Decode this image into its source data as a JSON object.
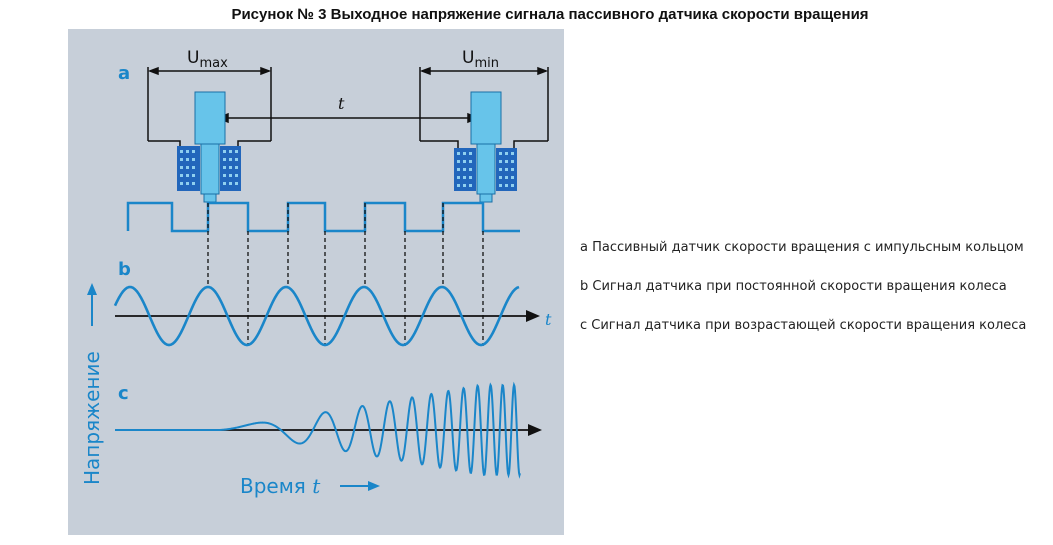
{
  "title": "Рисунок № 3 Выходное напряжение сигнала пассивного датчика скорости вращения",
  "figure": {
    "panel_a": "a",
    "panel_b": "b",
    "panel_c": "c",
    "umax_base": "U",
    "umax_sub": "max",
    "umin_base": "U",
    "umin_sub": "min",
    "t_label": "t",
    "axis_t": "t",
    "ylabel": "Напряжение",
    "xlabel_word": "Время",
    "xlabel_var": "t"
  },
  "captions": {
    "a": "a Пассивный датчик скорости вращения с импульсным кольцом",
    "b": "b Сигнал датчика при постоянной скорости вращения колеса",
    "c": "c Сигнал датчика при возрастающей скорости вращения колеса"
  },
  "colors": {
    "background": "#c7cfd9",
    "signal": "#1a86c9",
    "sensor": "#67c4ea",
    "coil": "#2266bb",
    "line": "#111111"
  }
}
